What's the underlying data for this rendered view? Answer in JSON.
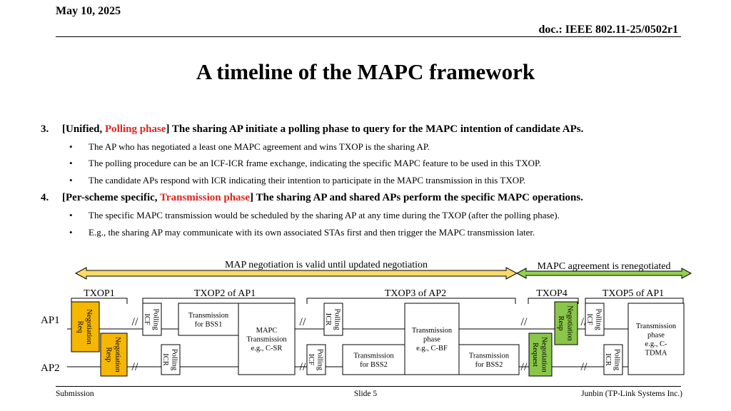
{
  "header": {
    "date": "May 10, 2025",
    "doc": "doc.: IEEE 802.11-25/0502r1"
  },
  "title": "A timeline of the MAPC framework",
  "points": [
    {
      "number": "3.",
      "prefix": "[Unified, ",
      "highlight": "Polling phase",
      "suffix": "] The sharing AP initiate a polling phase to query for the MAPC intention of candidate APs.",
      "bullets": [
        "The AP who has negotiated a least one MAPC agreement and wins TXOP is the sharing AP.",
        "The polling procedure can be an ICF-ICR frame exchange, indicating the specific MAPC feature to be used in this TXOP.",
        "The candidate APs respond with ICR indicating their intention to participate in the MAPC transmission in this TXOP."
      ]
    },
    {
      "number": "4.",
      "prefix": "[Per-scheme specific, ",
      "highlight": "Transmission phase",
      "suffix": "] The sharing AP and shared APs perform the specific MAPC operations.",
      "bullets": [
        "The specific MAPC transmission would be scheduled by the sharing AP at any time during the TXOP (after the polling phase).",
        "E.g., the sharing AP may communicate with its own associated STAs first and then trigger the MAPC transmission later."
      ]
    }
  ],
  "bullet_char": "•",
  "diagram": {
    "arrow_yellow_label": "MAP negotiation is valid until updated negotiation",
    "arrow_green_label": "MAPC agreement is renegotiated",
    "txops": [
      "TXOP1",
      "TXOP2 of AP1",
      "TXOP3 of AP2",
      "TXOP4",
      "TXOP5 of AP1"
    ],
    "rows": [
      "AP1",
      "AP2"
    ],
    "break_mark": "//",
    "frames": {
      "neg_req": [
        "Negotiation",
        "Req"
      ],
      "neg_resp": [
        "Negotiation",
        "Resp"
      ],
      "neg_resp2": [
        "Negotiation",
        "Resp"
      ],
      "neg_request": [
        "Negotiation",
        "Request"
      ],
      "poll_icf": [
        "Polling",
        "ICF"
      ],
      "poll_icr": [
        "Polling",
        "ICR"
      ],
      "poll_icr2": [
        "Polling",
        "ICR"
      ],
      "poll_icf2": [
        "Polling",
        "ICF"
      ],
      "poll_icf3": [
        "Polling",
        "ICF"
      ],
      "poll_icr3": [
        "Polling",
        "ICR"
      ],
      "tx_bss1": [
        "Transmission",
        "for BSS1"
      ],
      "mapc_csr": [
        "MAPC",
        "Transmission",
        "e.g., C-SR"
      ],
      "tx_cbf": [
        "Transmission",
        "phase",
        "e.g., C-BF"
      ],
      "tx_bss2a": [
        "Transmission",
        "for BSS2"
      ],
      "tx_bss2b": [
        "Transmission",
        "for BSS2"
      ],
      "tx_ctdma": [
        "Transmission",
        "phase",
        "e.g., C-",
        "TDMA"
      ]
    },
    "colors": {
      "yellow": "#f5b700",
      "green": "#8ac649",
      "arrow_yellow": "#ffd966",
      "arrow_green": "#92d050",
      "outline": "#000000"
    }
  },
  "footer": {
    "left": "Submission",
    "center": "Slide 5",
    "right": "Junbin (TP-Link Systems Inc.)"
  }
}
